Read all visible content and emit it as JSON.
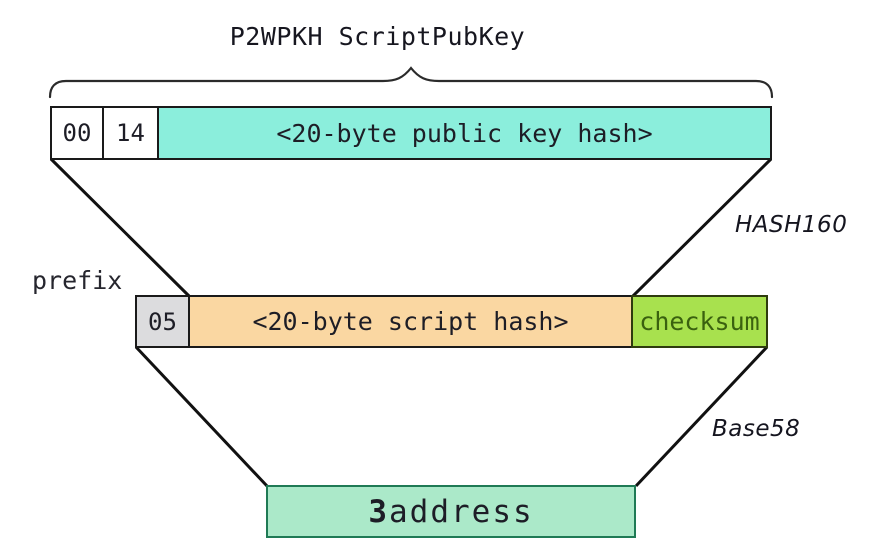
{
  "title": "P2WPKH ScriptPubKey",
  "colors": {
    "line": "#1a1a1a",
    "brace": "#2b2b2b",
    "cyan_fill": "#8beedc",
    "white_fill": "#ffffff",
    "gray_fill": "#dcdcde",
    "peach_fill": "#fad7a2",
    "green_fill": "#a8e14e",
    "green_border": "#2e3b0e",
    "green_text": "#3a610f",
    "mint_fill": "#abe9c9",
    "mint_border": "#1f7a55",
    "text": "#1d1d26"
  },
  "scriptpubkey_row": {
    "version_byte": "00",
    "push_length": "14",
    "payload": "<20-byte public key hash>"
  },
  "hash_row": {
    "prefix_byte": "05",
    "payload": "<20-byte script hash>",
    "checksum": "checksum"
  },
  "labels": {
    "prefix": "prefix",
    "hash160": "HASH160",
    "base58": "Base58"
  },
  "address": {
    "prefix": "3",
    "body": "address"
  }
}
